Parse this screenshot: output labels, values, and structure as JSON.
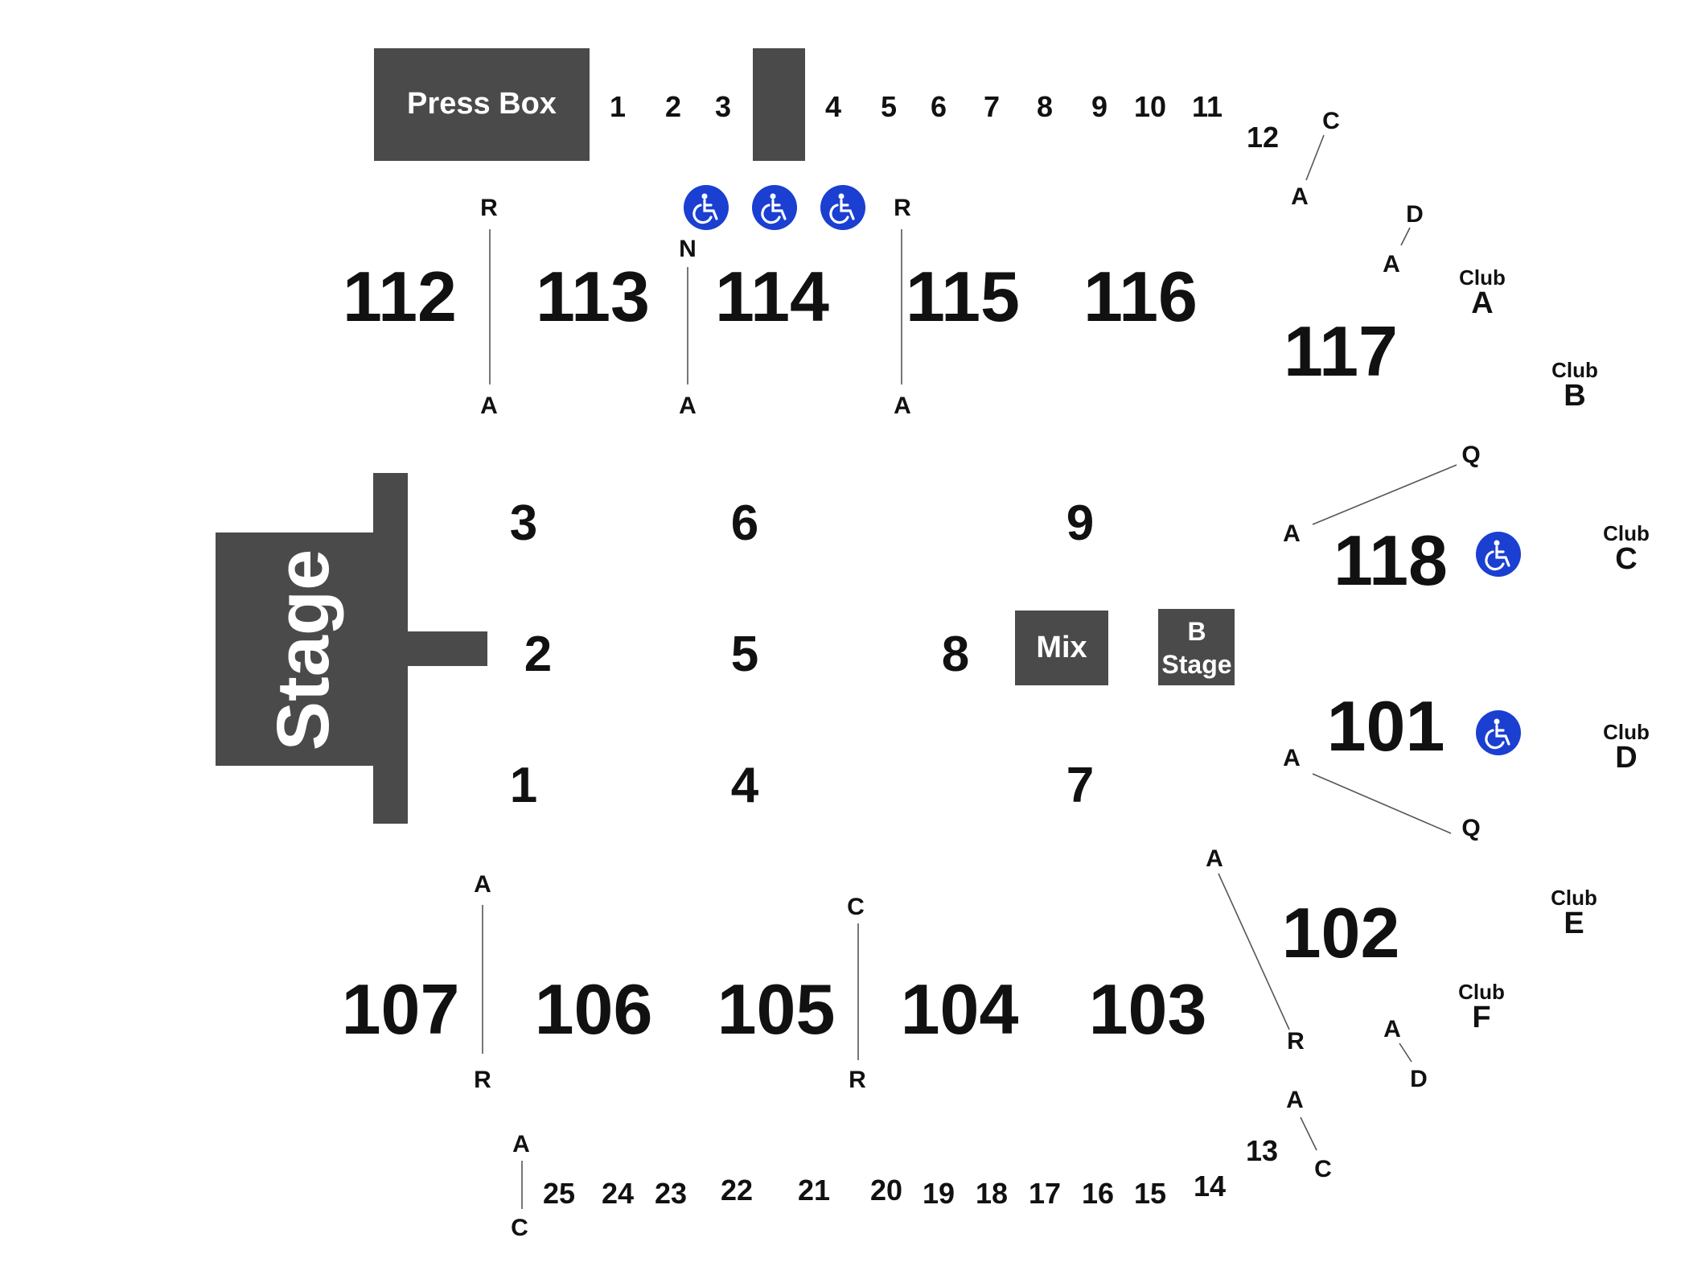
{
  "venue_labels": {
    "press_box": "Press Box",
    "stage": "Stage",
    "mix": "Mix",
    "b_stage_line1": "B",
    "b_stage_line2": "Stage"
  },
  "sections": {
    "s112": "112",
    "s113": "113",
    "s114": "114",
    "s115": "115",
    "s116": "116",
    "s117": "117",
    "s118": "118",
    "s101": "101",
    "s102": "102",
    "s103": "103",
    "s104": "104",
    "s105": "105",
    "s106": "106",
    "s107": "107"
  },
  "floor": {
    "f1": "1",
    "f2": "2",
    "f3": "3",
    "f4": "4",
    "f5": "5",
    "f6": "6",
    "f7": "7",
    "f8": "8",
    "f9": "9"
  },
  "suites_top": [
    "1",
    "2",
    "3",
    "4",
    "5",
    "6",
    "7",
    "8",
    "9",
    "10",
    "11",
    "12"
  ],
  "suites_bottom": [
    "13",
    "14",
    "15",
    "16",
    "17",
    "18",
    "19",
    "20",
    "21",
    "22",
    "23",
    "24",
    "25"
  ],
  "rows": {
    "r112_top": "R",
    "r112_bot": "A",
    "r114_top": "N",
    "r114_bot": "A",
    "r115_top": "R",
    "r115_bot": "A",
    "r117_top_c": "C",
    "r117_top_a": "A",
    "r117_d": "D",
    "r117_a": "A",
    "r118_q": "Q",
    "r118_a": "A",
    "r101_a": "A",
    "r101_q": "Q",
    "r102_a": "A",
    "r102_r": "R",
    "r102_d_a": "A",
    "r102_d": "D",
    "r13_a": "A",
    "r13_c": "C",
    "r107_top": "A",
    "r107_bot": "R",
    "r105_top": "C",
    "r105_bot": "R",
    "r25_a": "A",
    "r25_c": "C"
  },
  "clubs": {
    "label": "Club",
    "a": "A",
    "b": "B",
    "c": "C",
    "d": "D",
    "e": "E",
    "f": "F"
  },
  "icons": {
    "accessible": "wheelchair-accessible-icon",
    "accessible_color": "#1a3fd1"
  },
  "colors": {
    "block": "#4a4a4a",
    "line": "#555555"
  }
}
